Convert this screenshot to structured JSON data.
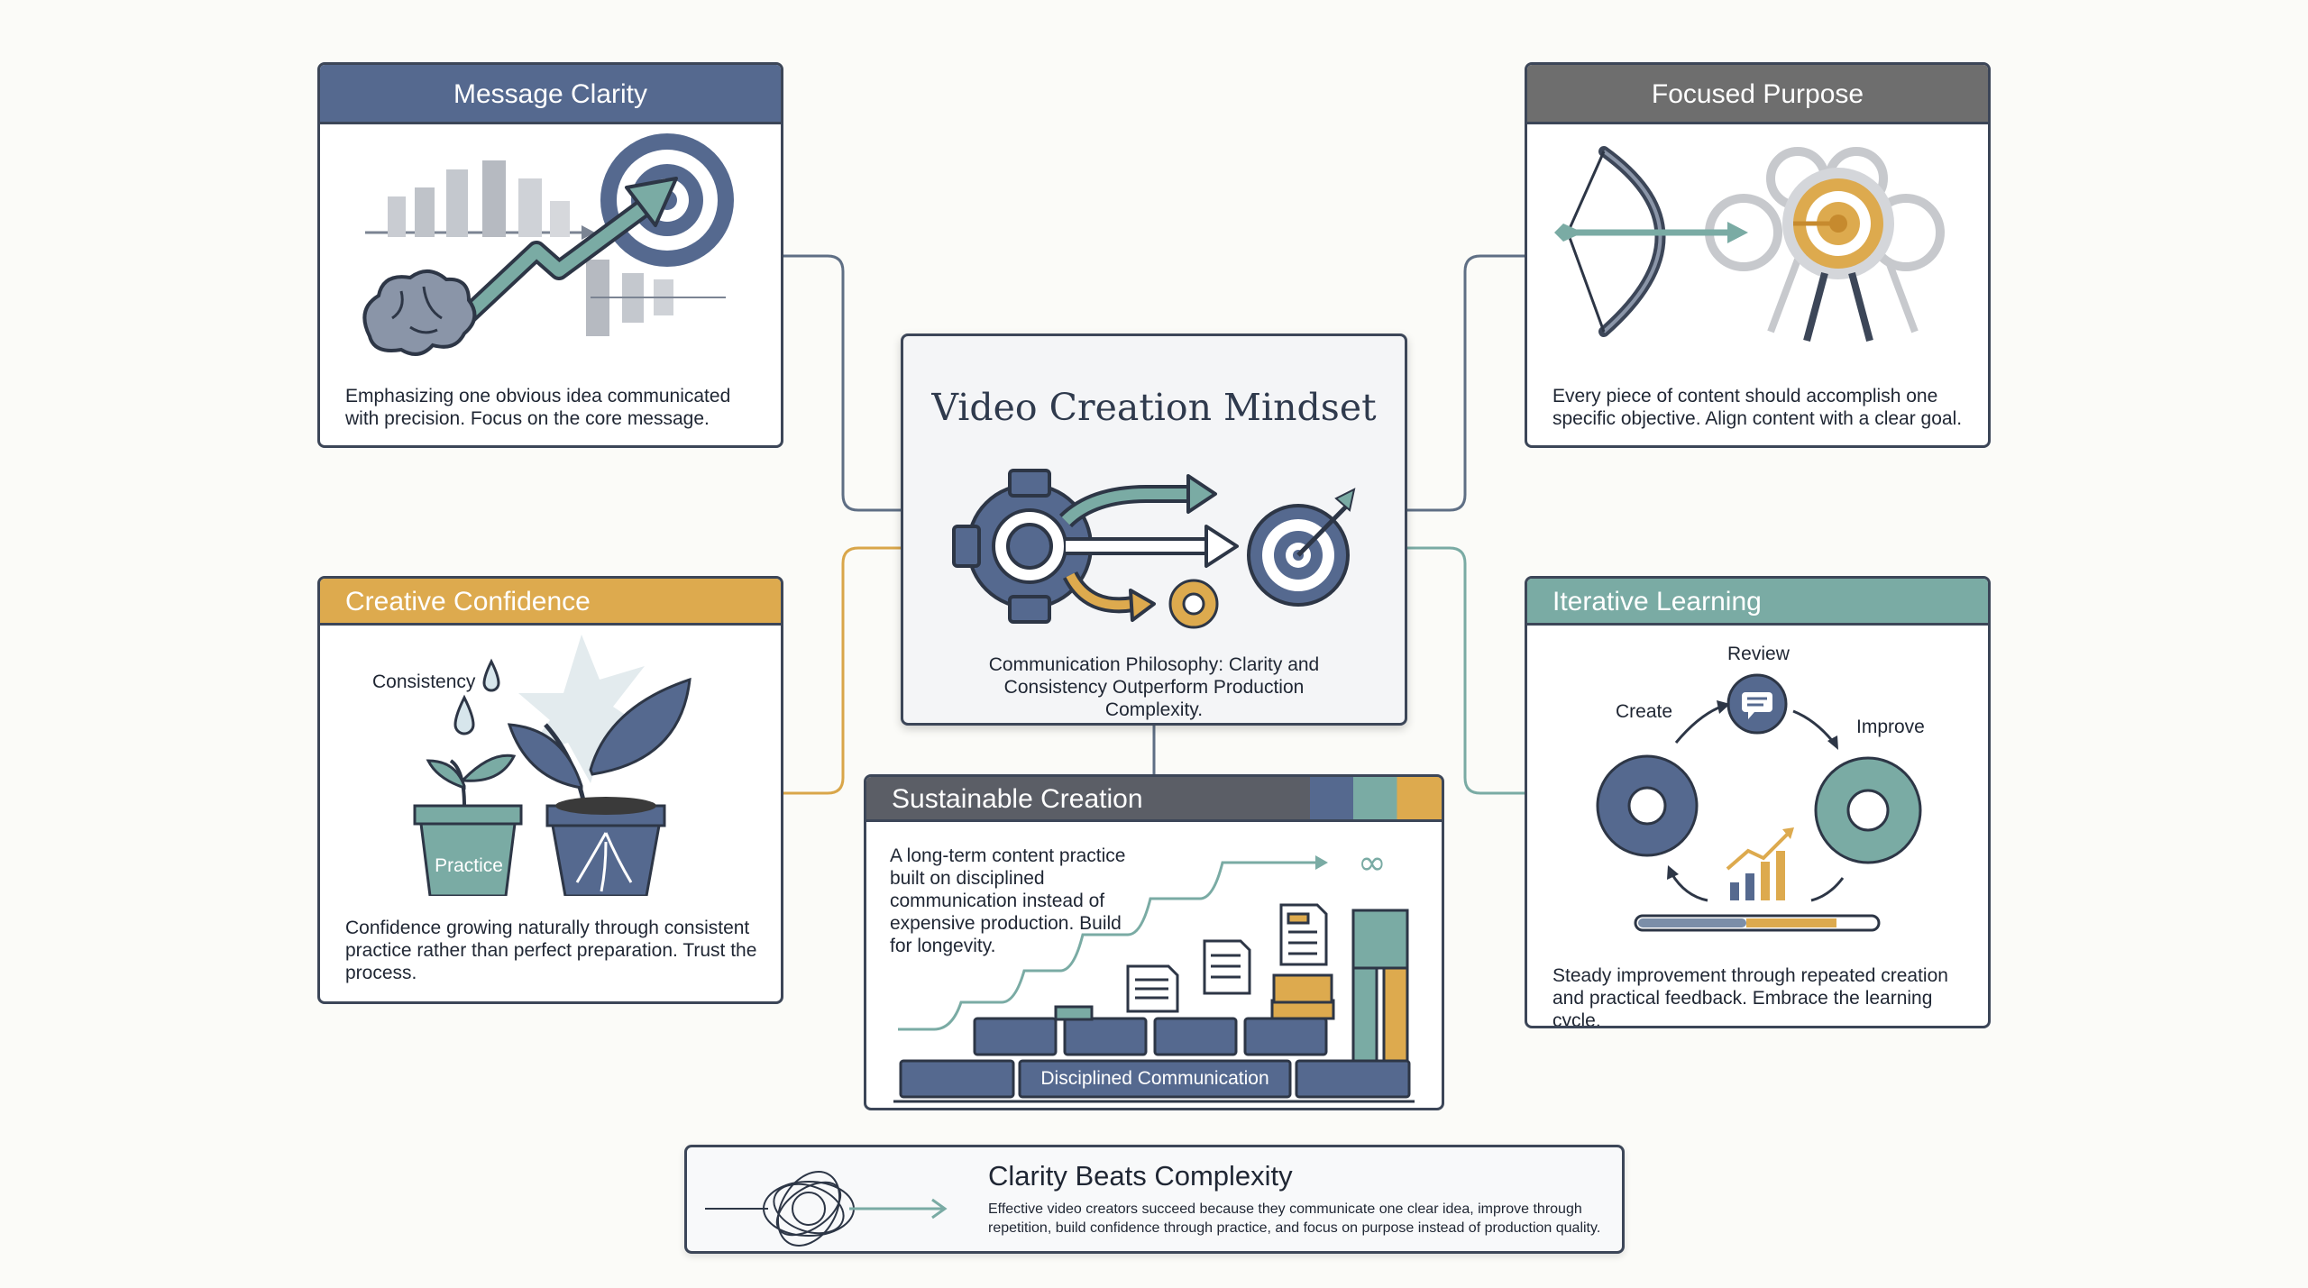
{
  "center": {
    "title": "Video Creation Mindset",
    "description": "Communication Philosophy: Clarity and Consistency Outperform Production Complexity."
  },
  "cards": {
    "message_clarity": {
      "title": "Message Clarity",
      "description": "Emphasizing one obvious idea communicated with precision. Focus on the core message."
    },
    "focused_purpose": {
      "title": "Focused Purpose",
      "description": "Every piece of content should accomplish one specific objective. Align content with a clear goal."
    },
    "creative_confidence": {
      "title": "Creative Confidence",
      "description": "Confidence growing naturally through consistent practice rather than perfect preparation. Trust the process.",
      "label_consistency": "Consistency",
      "label_practice": "Practice"
    },
    "iterative_learning": {
      "title": "Iterative Learning",
      "description": "Steady improvement through repeated creation and practical feedback. Embrace the learning cycle.",
      "label_review": "Review",
      "label_create": "Create",
      "label_improve": "Improve"
    },
    "sustainable_creation": {
      "title": "Sustainable Creation",
      "description": "A long-term content practice built on disciplined communication instead of expensive production. Build for longevity.",
      "foundation_label": "Disciplined Communication"
    }
  },
  "banner": {
    "title": "Clarity Beats Complexity",
    "description": "Effective video creators succeed because they communicate one clear idea, improve through repetition, build confidence through practice, and focus on purpose instead of production quality."
  },
  "colors": {
    "navy": "#55698f",
    "slate": "#3c4658",
    "gray_header": "#6e6e6e",
    "gold": "#ddaa4e",
    "teal": "#7aaba4",
    "dark_header": "#5b5e66"
  }
}
